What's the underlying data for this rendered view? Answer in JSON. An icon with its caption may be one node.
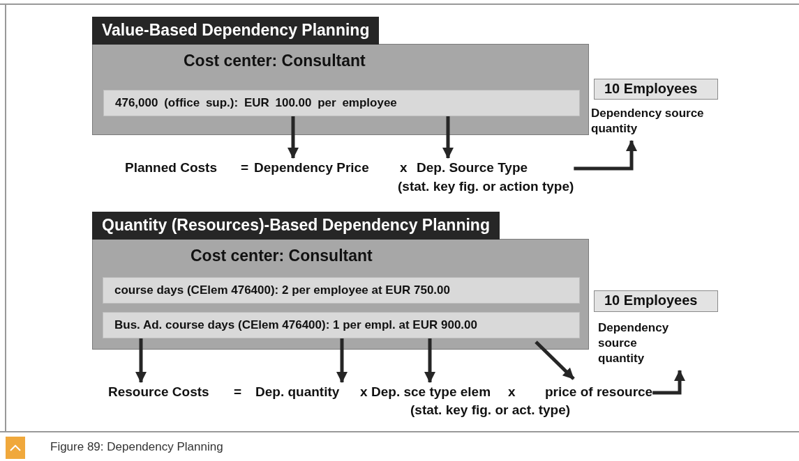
{
  "diagram": {
    "caption": "Figure 89: Dependency Planning",
    "nodes": [
      {
        "text": [
          "Value-Based Dependency Planning",
          "Cost center: Consultant"
        ]
      },
      {
        "text": [
          "476,000 (office sup.): EUR 100.00 per employee"
        ],
        "in": 0
      },
      {
        "text": [
          "10 Employees"
        ],
        "beside": [
          "Dependency source quantity"
        ]
      },
      {
        "text": [
          "Dependency Price"
        ]
      },
      {
        "text": [
          "Dep. Source Type",
          "(stat. key fig. or action type)"
        ]
      },
      {
        "text": [
          "Quantity (Resources)-Based Dependency Planning",
          "Cost center: Consultant"
        ]
      },
      {
        "text": [
          "course days (CElem 476400): 2 per employee at EUR 750.00"
        ],
        "in": 5
      },
      {
        "text": [
          "Bus. Ad. course days (CElem 476400): 1 per empl. at EUR 900.00"
        ],
        "in": 5
      },
      {
        "text": [
          "10 Employees"
        ],
        "beside": [
          "Dependency source quantity"
        ]
      },
      {
        "text": [
          "Resource Costs"
        ]
      },
      {
        "text": [
          "Dep. quantity"
        ]
      },
      {
        "text": [
          "Dep. sce type elem"
        ]
      },
      {
        "text": [
          "price of resource"
        ]
      }
    ],
    "edges": [
      {
        "from": 1,
        "to": 3,
        "arrow": "to"
      },
      {
        "from": 1,
        "to": 4,
        "arrow": "to"
      },
      {
        "from": 4,
        "to": 2,
        "arrow": "to"
      },
      {
        "from": 7,
        "to": 9,
        "arrow": "to"
      },
      {
        "from": 7,
        "to": 10,
        "arrow": "to"
      },
      {
        "from": 7,
        "to": 11,
        "arrow": "to"
      },
      {
        "from": 7,
        "to": 12,
        "arrow": "to"
      },
      {
        "from": 12,
        "to": 8,
        "arrow": "to"
      }
    ],
    "labels": [
      "Planned Costs",
      "=",
      "x",
      "=",
      "x",
      "x",
      "(stat. key fig. or act. type)"
    ]
  }
}
